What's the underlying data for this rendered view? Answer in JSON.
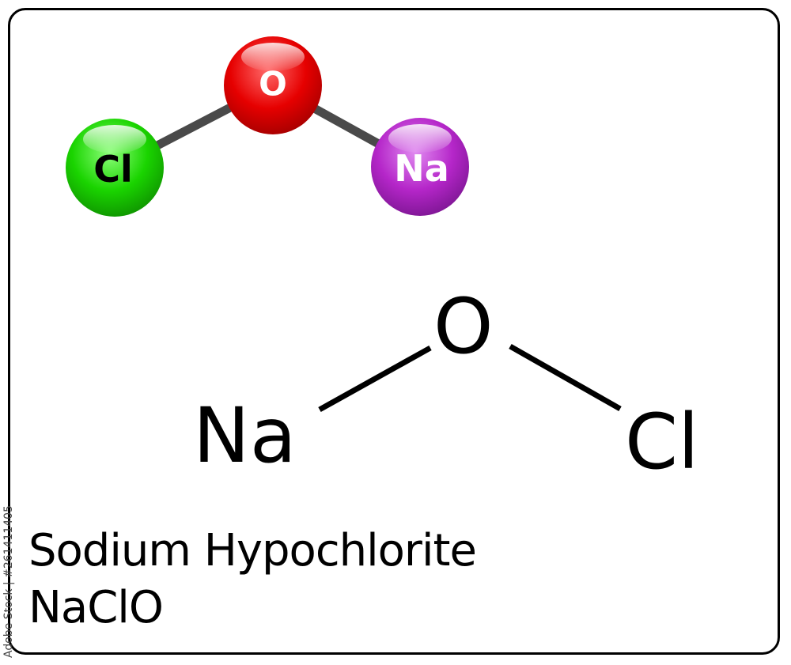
{
  "ball_model": {
    "atoms": [
      {
        "symbol": "O",
        "color": "#e60000",
        "text_color": "#ffffff"
      },
      {
        "symbol": "Cl",
        "color": "#1ad400",
        "text_color": "#000000"
      },
      {
        "symbol": "Na",
        "color": "#b526c9",
        "text_color": "#ffffff"
      }
    ]
  },
  "structural_formula": {
    "left": "Na",
    "center": "O",
    "right": "Cl"
  },
  "compound": {
    "name": "Sodium Hypochlorite",
    "formula": "NaClO"
  },
  "watermark": {
    "stock_id": "Adobe Stock | #261411405"
  }
}
